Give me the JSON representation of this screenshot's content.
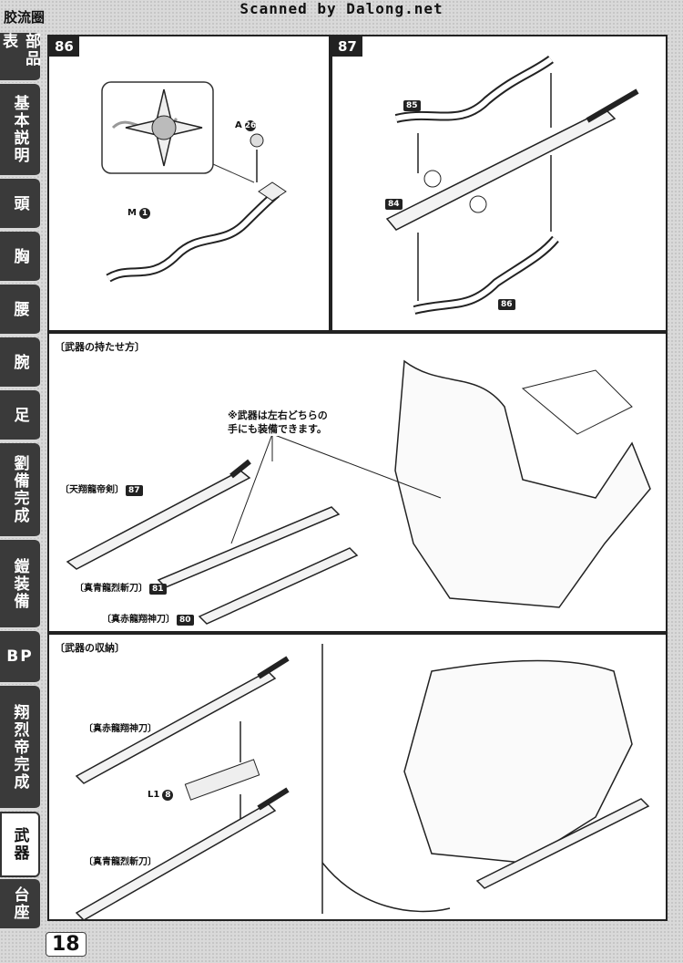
{
  "header": {
    "scan_credit": "Scanned by Dalong.net",
    "brand": "胶流圈"
  },
  "sidebar": {
    "tabs": [
      {
        "label": "部品表"
      },
      {
        "label": "基本説明"
      },
      {
        "label": "頭"
      },
      {
        "label": "胸"
      },
      {
        "label": "腰"
      },
      {
        "label": "腕"
      },
      {
        "label": "足"
      },
      {
        "label": "劉備完成"
      },
      {
        "label": "鎧装備"
      },
      {
        "label": "BP"
      },
      {
        "label": "翔烈帝完成"
      },
      {
        "label": "武器"
      },
      {
        "label": "台座"
      }
    ],
    "active_index": 11
  },
  "page_number": "18",
  "step86": {
    "number": "86",
    "part_a": "A",
    "part_a_num": "26",
    "part_m": "M",
    "part_m_num": "1"
  },
  "step87": {
    "number": "87",
    "badge_85": "85",
    "badge_84": "84",
    "badge_86": "86"
  },
  "holding": {
    "title": "〔武器の持たせ方〕",
    "note_line1": "※武器は左右どちらの",
    "note_line2": "手にも装備できます。",
    "weapon1": "〔天翔龍帝剣〕",
    "weapon1_num": "87",
    "weapon2": "〔真青龍烈斬刀〕",
    "weapon2_num": "81",
    "weapon3": "〔真赤龍翔神刀〕",
    "weapon3_num": "80"
  },
  "storage": {
    "title": "〔武器の収納〕",
    "weapon_a": "〔真赤龍翔神刀〕",
    "weapon_b": "〔真青龍烈斬刀〕",
    "part_l1": "L1",
    "part_l1_num": "8"
  }
}
